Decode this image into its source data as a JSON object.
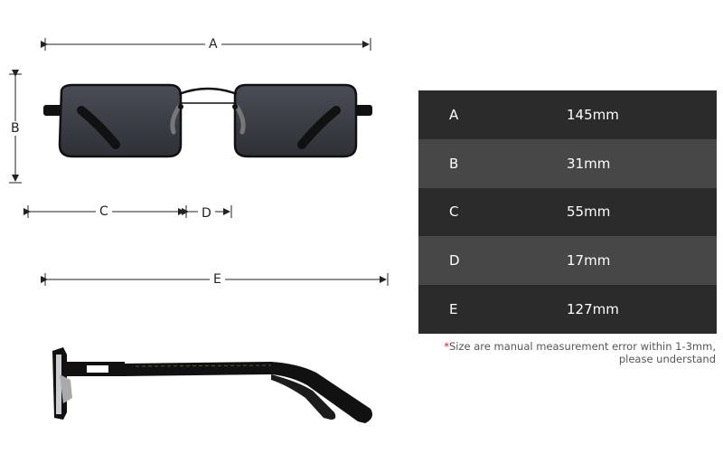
{
  "dimension_labels": {
    "a": "A",
    "b": "B",
    "c": "C",
    "d": "D",
    "e": "E"
  },
  "table": {
    "rows": [
      {
        "key": "A",
        "value": "145mm",
        "color": "#2b2b2b"
      },
      {
        "key": "B",
        "value": "31mm",
        "color": "#474747"
      },
      {
        "key": "C",
        "value": "55mm",
        "color": "#2b2b2b"
      },
      {
        "key": "D",
        "value": "17mm",
        "color": "#474747"
      },
      {
        "key": "E",
        "value": "127mm",
        "color": "#2b2b2b"
      }
    ]
  },
  "note": {
    "star": "*",
    "line1": "Size are manual measurement error within 1-3mm,",
    "line2": "please understand"
  },
  "colors": {
    "lens": "#3a3d44",
    "frame": "#111111"
  },
  "images": [
    "sunglasses-front-view",
    "sunglasses-side-view"
  ]
}
